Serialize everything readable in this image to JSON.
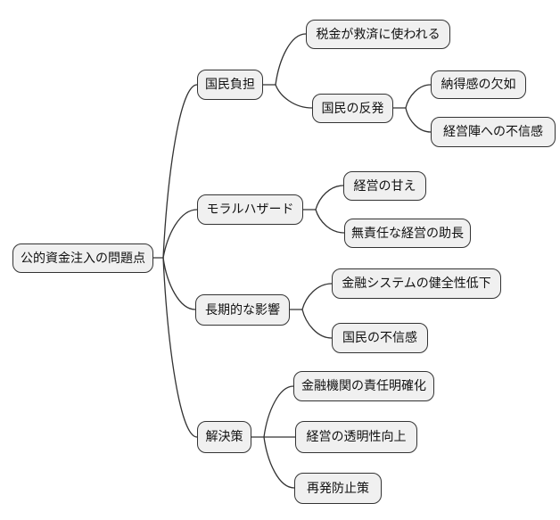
{
  "style": {
    "background": "#ffffff",
    "node_fill": "#f0f0f0",
    "node_border": "#333333",
    "line_color": "#333333",
    "text_color": "#111111"
  },
  "mindmap": {
    "root": {
      "label": "公的資金注入の問題点"
    },
    "branches": [
      {
        "label": "国民負担",
        "children": [
          {
            "label": "税金が救済に使われる"
          },
          {
            "label": "国民の反発",
            "children": [
              {
                "label": "納得感の欠如"
              },
              {
                "label": "経営陣への不信感"
              }
            ]
          }
        ]
      },
      {
        "label": "モラルハザード",
        "children": [
          {
            "label": "経営の甘え"
          },
          {
            "label": "無責任な経営の助長"
          }
        ]
      },
      {
        "label": "長期的な影響",
        "children": [
          {
            "label": "金融システムの健全性低下"
          },
          {
            "label": "国民の不信感"
          }
        ]
      },
      {
        "label": "解決策",
        "children": [
          {
            "label": "金融機関の責任明確化"
          },
          {
            "label": "経営の透明性向上"
          },
          {
            "label": "再発防止策"
          }
        ]
      }
    ]
  }
}
